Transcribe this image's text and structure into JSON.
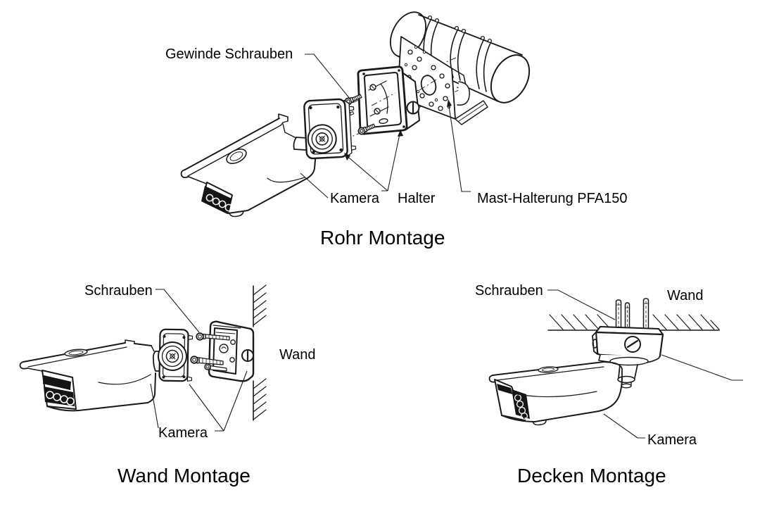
{
  "figure": {
    "background": "#ffffff",
    "ink": "#1a1a1a",
    "ir_dark": "#151515"
  },
  "rohr": {
    "caption": "Rohr Montage",
    "labels": {
      "gewinde_schrauben": "Gewinde Schrauben",
      "kamera": "Kamera",
      "halter": "Halter",
      "mast_halterung": "Mast-Halterung PFA150"
    }
  },
  "wand": {
    "caption": "Wand Montage",
    "labels": {
      "schrauben": "Schrauben",
      "wand": "Wand",
      "kamera": "Kamera"
    }
  },
  "decken": {
    "caption": "Decken Montage",
    "labels": {
      "schrauben": "Schrauben",
      "wand": "Wand",
      "kamera": "Kamera"
    }
  }
}
